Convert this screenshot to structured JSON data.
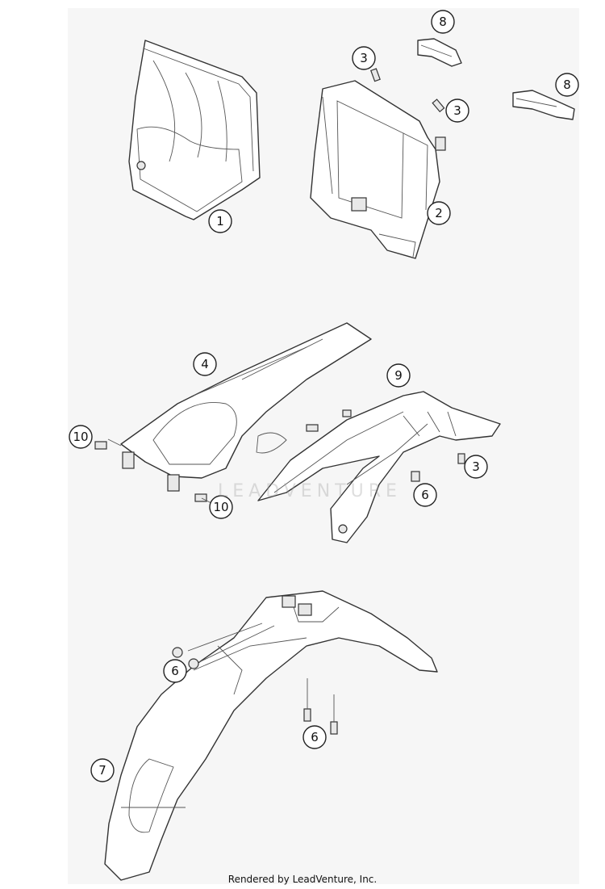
{
  "callouts": [
    "1",
    "2",
    "3",
    "3",
    "3",
    "4",
    "6",
    "6",
    "6",
    "7",
    "8",
    "8",
    "9",
    "10",
    "10"
  ],
  "watermark": "LEADVENTURE",
  "credit": "Rendered by LeadVenture, Inc."
}
